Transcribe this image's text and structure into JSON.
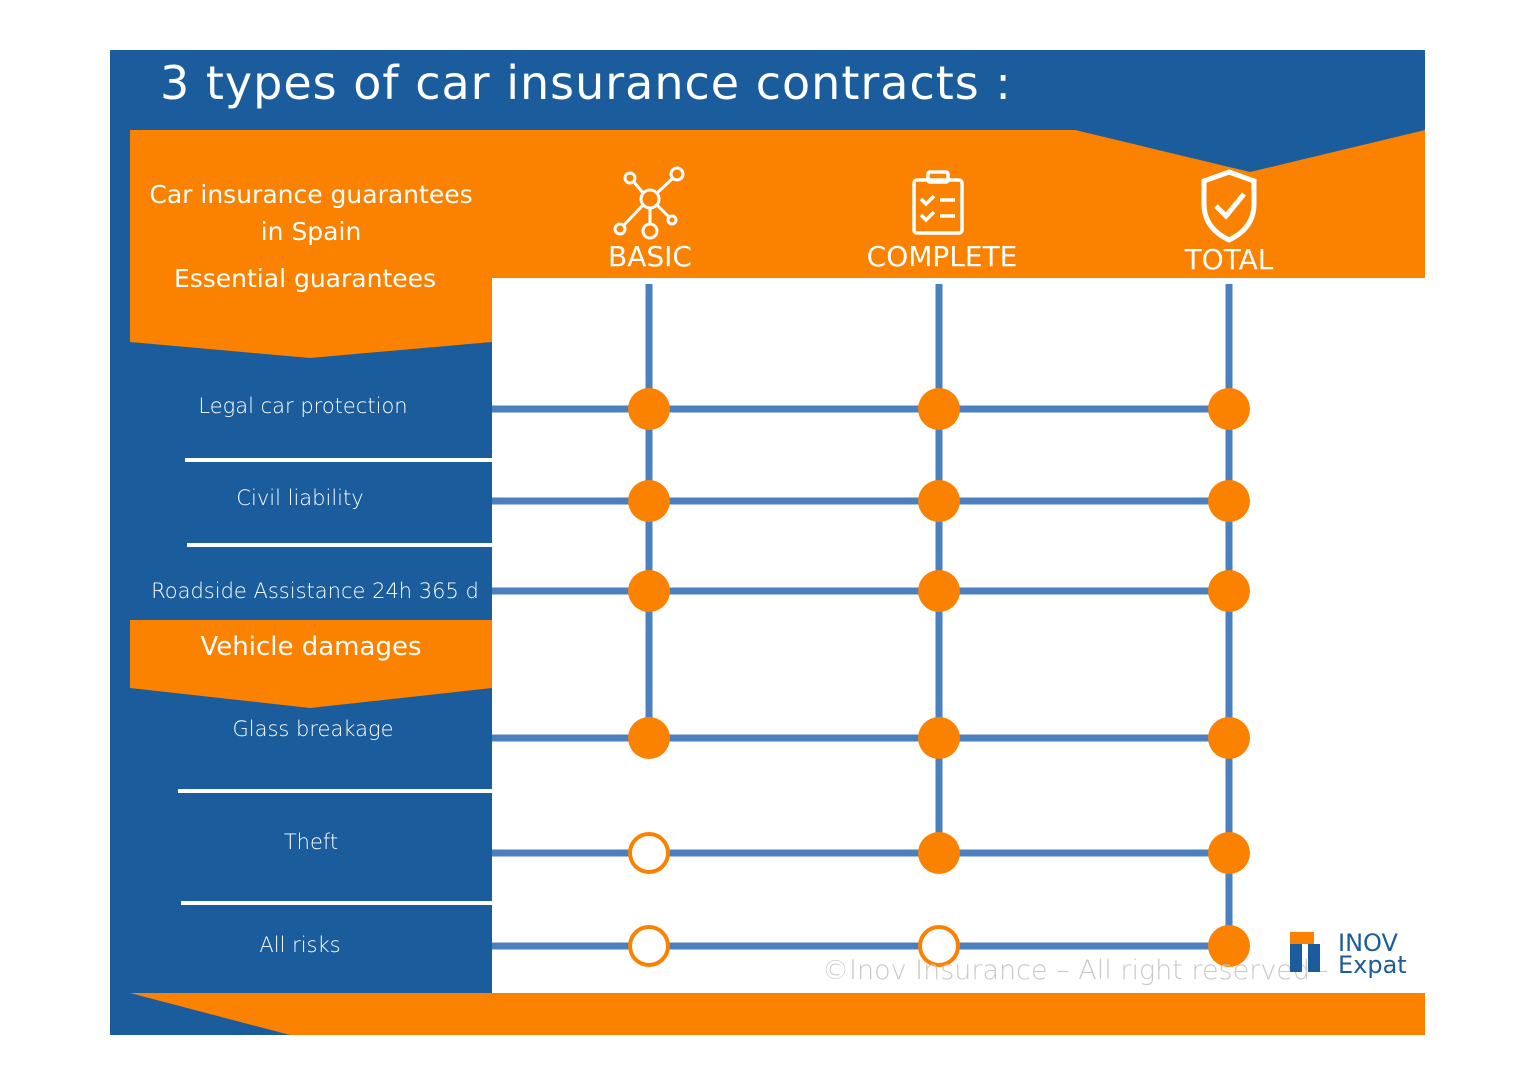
{
  "title": "3 types of car insurance contracts :",
  "header": {
    "guarantees_line1": "Car insurance guarantees",
    "guarantees_line2": "in Spain",
    "essential": "Essential guarantees"
  },
  "plans": [
    {
      "label": "BASIC",
      "icon": "network-nodes-icon"
    },
    {
      "label": "COMPLETE",
      "icon": "clipboard-checklist-icon"
    },
    {
      "label": "TOTAL",
      "icon": "shield-check-icon"
    }
  ],
  "sections": {
    "vehicle_damages": "Vehicle damages"
  },
  "rows": [
    {
      "label": "Legal car protection",
      "coverage": [
        true,
        true,
        true
      ]
    },
    {
      "label": "Civil liability",
      "coverage": [
        true,
        true,
        true
      ]
    },
    {
      "label": "Roadside Assistance 24h 365 d",
      "coverage": [
        true,
        true,
        true
      ]
    },
    {
      "label": "Glass breakage",
      "coverage": [
        true,
        true,
        true
      ]
    },
    {
      "label": "Theft",
      "coverage": [
        false,
        true,
        true
      ]
    },
    {
      "label": "All risks",
      "coverage": [
        false,
        false,
        true
      ]
    }
  ],
  "footer": {
    "copyright": "©Inov Insurance – All right reserved -"
  },
  "logo": {
    "line1": "INOV",
    "line2": "Expat"
  },
  "colors": {
    "blue": "#1b5d9c",
    "orange": "#fa8200",
    "line_blue": "#4a7fc0",
    "white": "#ffffff"
  }
}
